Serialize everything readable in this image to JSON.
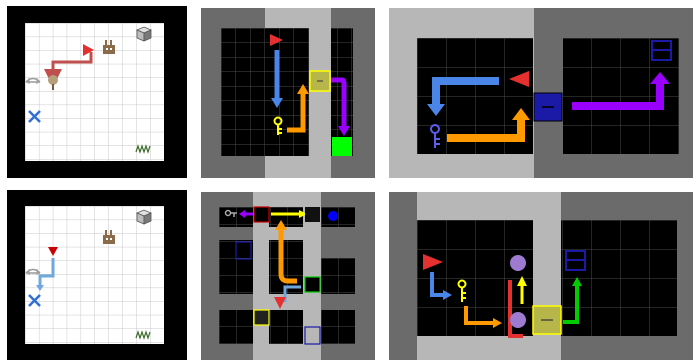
{
  "colors": {
    "red": "#e53030",
    "brown": "#c0504d",
    "blue": "#4a86e8",
    "steel": "#6fa8dc",
    "orange": "#ff9900",
    "yellow": "#ffff00",
    "purple": "#9900ff",
    "green": "#00cc00",
    "dark_blue": "#1a1aa6",
    "gray_door": "#d4d4d4",
    "light_gray": "#b7b7b7",
    "mid_gray": "#6b6b6b",
    "black": "#000000",
    "lavender": "#9e7bd1"
  },
  "panels": [
    {
      "id": "panel-1",
      "style": "white-grid-map",
      "icons": [
        "start-triangle-icon",
        "bridge-icon",
        "tree-icon",
        "factory-icon",
        "cube-icon",
        "wrench-icon",
        "grass-icon"
      ]
    },
    {
      "id": "panel-2",
      "style": "gray-rooms",
      "icons": [
        "start-triangle-icon",
        "key-icon",
        "door-icon",
        "goal-square-icon"
      ]
    },
    {
      "id": "panel-3",
      "style": "gray-rooms",
      "icons": [
        "start-triangle-icon",
        "key-icon",
        "blue-door-icon",
        "blue-box-icon"
      ]
    },
    {
      "id": "panel-4",
      "style": "white-grid-map",
      "icons": [
        "start-triangle-icon",
        "bridge-icon",
        "factory-icon",
        "cube-icon",
        "wrench-icon",
        "grass-icon"
      ]
    },
    {
      "id": "panel-5",
      "style": "gray-rooms",
      "icons": [
        "key-icon",
        "door-icon",
        "blue-ball-icon",
        "start-triangle-icon"
      ]
    },
    {
      "id": "panel-6",
      "style": "gray-rooms",
      "icons": [
        "start-triangle-icon",
        "key-icon",
        "ball-icon",
        "door-icon",
        "blue-box-icon"
      ]
    }
  ]
}
